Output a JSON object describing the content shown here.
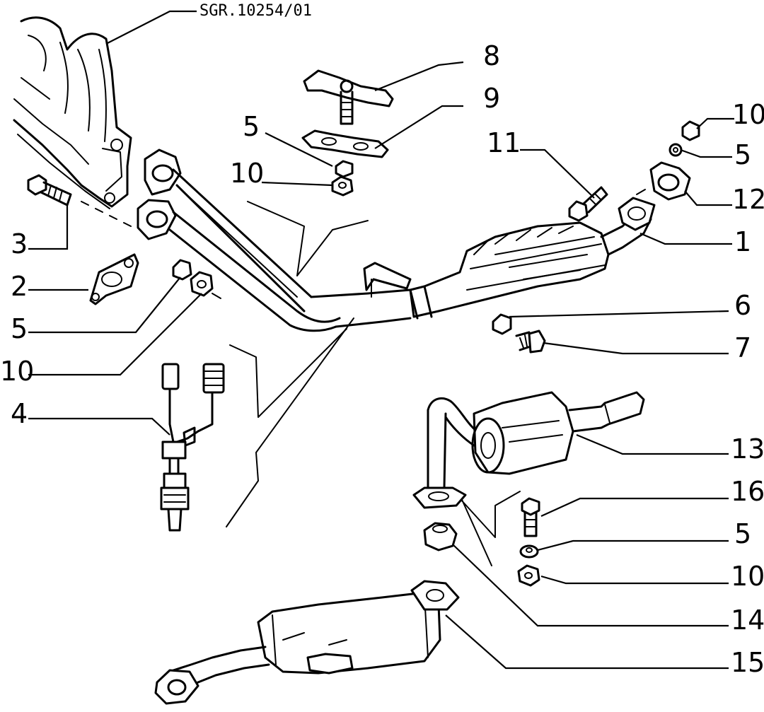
{
  "reference_code": "SGR.10254/01",
  "callouts": {
    "c1": "1",
    "c2": "2",
    "c3": "3",
    "c4": "4",
    "c5a": "5",
    "c5b": "5",
    "c5c": "5",
    "c5d": "5",
    "c6": "6",
    "c7": "7",
    "c8": "8",
    "c9": "9",
    "c10a": "10",
    "c10b": "10",
    "c10c": "10",
    "c10d": "10",
    "c11": "11",
    "c12": "12",
    "c13": "13",
    "c14": "14",
    "c15": "15",
    "c16": "16"
  }
}
